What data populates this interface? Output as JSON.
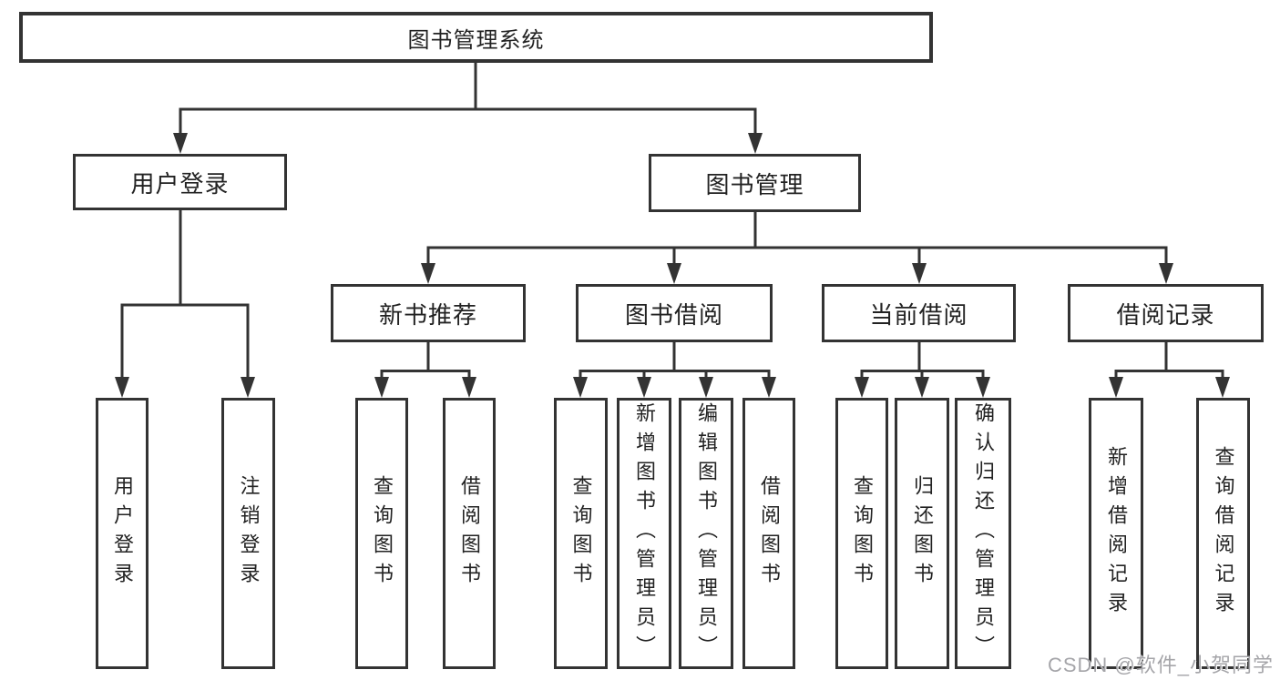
{
  "tree": {
    "root": {
      "label": "图书管理系统"
    },
    "level2": [
      {
        "label": "用户登录"
      },
      {
        "label": "图书管理"
      }
    ],
    "level3": [
      {
        "label": "新书推荐"
      },
      {
        "label": "图书借阅"
      },
      {
        "label": "当前借阅"
      },
      {
        "label": "借阅记录"
      }
    ],
    "leaves": {
      "user_login": [
        "用户登录",
        "注销登录"
      ],
      "new_book": [
        "查询图书",
        "借阅图书"
      ],
      "book_borrow": [
        "查询图书",
        "新增图书（管理员）",
        "编辑图书（管理员）",
        "借阅图书"
      ],
      "current_borrow": [
        "查询图书",
        "归还图书",
        "确认归还（管理员）"
      ],
      "borrow_records": [
        "新增借阅记录",
        "查询借阅记录"
      ]
    }
  },
  "watermark": {
    "text": "CSDN @软件_小贺同学"
  },
  "colors": {
    "line": "#333333",
    "box_border": "#333333",
    "box_background": "#ffffff",
    "text": "#222222",
    "watermark": "#a5a5a9"
  }
}
